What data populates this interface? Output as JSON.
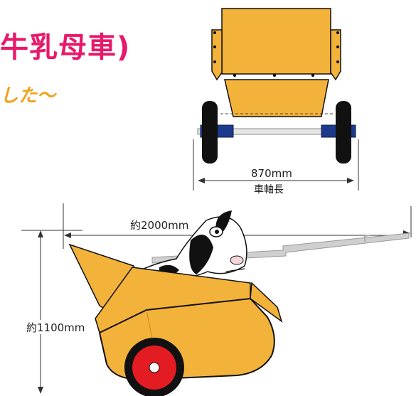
{
  "title": "牛乳母車)",
  "subtitle": "した〜",
  "colors": {
    "title": "#e8196a",
    "subtitle": "#f3a21b",
    "cart_body": "#f3b23a",
    "tire": "#111111",
    "wheel_red": "#e31b23",
    "handle": "#c8c8c8"
  },
  "rear_view": {
    "width_value": "870mm",
    "width_label": "車軸長"
  },
  "side_view": {
    "length_label": "約2000mm",
    "height_label": "約1100mm"
  }
}
